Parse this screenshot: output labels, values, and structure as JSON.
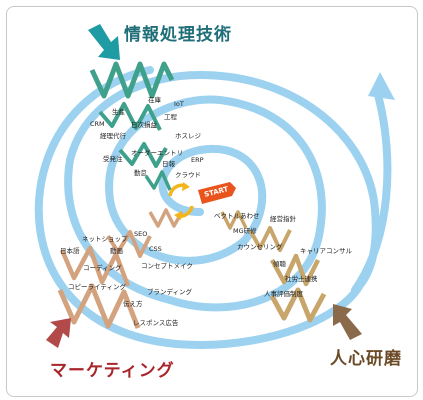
{
  "headings": {
    "it": "情報処理技術",
    "marketing": "マーケティング",
    "hr": "人心研磨"
  },
  "start_label": "START",
  "terms": {
    "it": [
      "在庫",
      "生産",
      "IoT",
      "工程",
      "CRM",
      "日次損益",
      "経理代行",
      "ホスレジ",
      "オーダーエントリ",
      "受発注",
      "日報",
      "ERP",
      "勤怠",
      "クラウド"
    ],
    "marketing": [
      "SEO",
      "CSS",
      "ネットショップ",
      "日本語",
      "動画",
      "コーディング",
      "コンセプトメイク",
      "コピーライティング",
      "ブランディング",
      "伝え方",
      "レスポンス広告"
    ],
    "hr": [
      "ベクトルあわせ",
      "経営指針",
      "MG研修",
      "カウンセリング",
      "キャリアコンサル",
      "傾聴",
      "社労士連携",
      "人事評価制度"
    ]
  },
  "colors": {
    "spiral": "#9cd2f0",
    "it": "#3fa08c",
    "marketing": "#d3a27e",
    "hr": "#c8a56a",
    "start": "#e8541c",
    "cycle": "#f2b51b",
    "it_arrow": "#1f9ba4",
    "marketing_arrow": "#b24a4a",
    "hr_arrow": "#8a6a4a"
  },
  "icons": {
    "it_arrow": "down-right-arrow-icon",
    "marketing_arrow": "up-left-arrow-icon",
    "hr_arrow": "up-right-arrow-icon",
    "cycle": "cycle-arrows-icon"
  }
}
